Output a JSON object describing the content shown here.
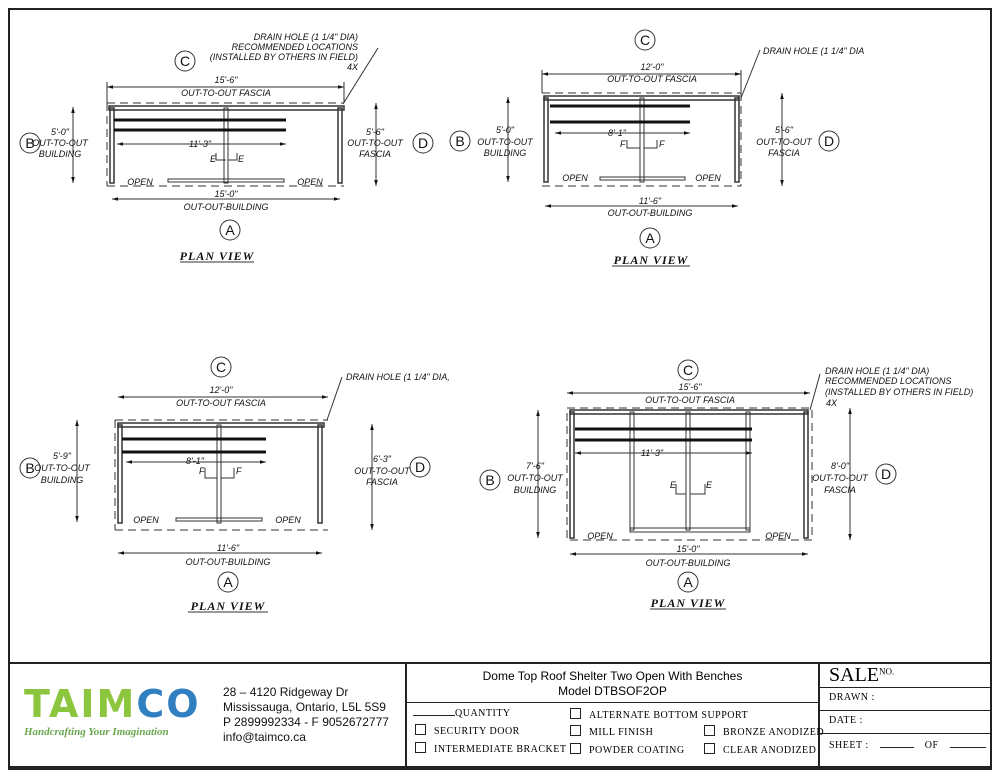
{
  "views": [
    {
      "circle_c": "C",
      "circle_a": "A",
      "circle_b": "B",
      "circle_d": "D",
      "drain": [
        "DRAIN HOLE (1 1/4\" DIA)",
        "RECOMMENDED LOCATIONS",
        "(INSTALLED BY OTHERS IN FIELD)",
        "4X"
      ],
      "top_dim": "15'-6\"",
      "top_label": "OUT-TO-OUT FASCIA",
      "bench_dim": "11'-3\"",
      "section": "E",
      "left": [
        "5'-0\"",
        "OUT-TO-OUT",
        "BUILDING"
      ],
      "right": [
        "5'-6\"",
        "OUT-TO-OUT",
        "FASCIA"
      ],
      "open": "OPEN",
      "bottom_dim": "15'-0\"",
      "bottom_label": "OUT-OUT-BUILDING",
      "title": "PLAN VIEW"
    },
    {
      "circle_c": "C",
      "circle_a": "A",
      "circle_b": "B",
      "circle_d": "D",
      "drain": [
        "DRAIN HOLE (1 1/4\" DIA"
      ],
      "top_dim": "12'-0\"",
      "top_label": "OUT-TO-OUT FASCIA",
      "bench_dim": "8'-1\"",
      "section": "F",
      "left": [
        "5'-0\"",
        "OUT-TO-OUT",
        "BUILDING"
      ],
      "right": [
        "5'-6\"",
        "OUT-TO-OUT",
        "FASCIA"
      ],
      "open": "OPEN",
      "bottom_dim": "11'-6\"",
      "bottom_label": "OUT-OUT-BUILDING",
      "title": "PLAN VIEW"
    },
    {
      "circle_c": "C",
      "circle_a": "A",
      "circle_b": "B",
      "circle_d": "D",
      "drain": [
        "DRAIN HOLE (1 1/4\" DIA,"
      ],
      "top_dim": "12'-0\"",
      "top_label": "OUT-TO-OUT FASCIA",
      "bench_dim": "8'-1\"",
      "section": "F",
      "left": [
        "5'-9\"",
        "OUT-TO-OUT",
        "BUILDING"
      ],
      "right": [
        "6'-3\"",
        "OUT-TO-OUT",
        "FASCIA"
      ],
      "open": "OPEN",
      "bottom_dim": "11'-6\"",
      "bottom_label": "OUT-OUT-BUILDING",
      "title": "PLAN VIEW"
    },
    {
      "circle_c": "C",
      "circle_a": "A",
      "circle_b": "B",
      "circle_d": "D",
      "drain": [
        "DRAIN HOLE (1 1/4\" DIA)",
        "RECOMMENDED LOCATIONS",
        "(INSTALLED BY OTHERS IN FIELD)",
        "4X"
      ],
      "top_dim": "15'-6\"",
      "top_label": "OUT-TO-OUT FASCIA",
      "bench_dim": "11'-3\"",
      "section": "E",
      "left": [
        "7'-6\"",
        "OUT-TO-OUT",
        "BUILDING"
      ],
      "right": [
        "8'-0\"",
        "OUT-TO-OUT",
        "FASCIA"
      ],
      "open": "OPEN",
      "bottom_dim": "15'-0\"",
      "bottom_label": "OUT-OUT-BUILDING",
      "title": "PLAN VIEW"
    }
  ],
  "title_block": {
    "logo_text": "TAIMCO",
    "tagline": "Handcrafting Your Imagination",
    "colors": {
      "green": "#8cc63f",
      "blue": "#2f7fc1"
    },
    "address": [
      "28 – 4120 Ridgeway Dr",
      "Mississauga, Ontario, L5L 5S9",
      "P 2899992334 - F 9052672777",
      "info@taimco.ca"
    ],
    "title": "Dome Top Roof Shelter Two Open With Benches",
    "model": "Model DTBSOF2OP",
    "quantity": "QUANTITY",
    "options": [
      "SECURITY DOOR",
      "INTERMEDIATE BRACKET",
      "ALTERNATE BOTTOM SUPPORT",
      "MILL FINISH",
      "POWDER COATING",
      "BRONZE ANODIZED",
      "CLEAR ANODIZED"
    ],
    "sale": "SALE",
    "no": "NO.",
    "drawn": "DRAWN :",
    "date": "DATE :",
    "sheet": "SHEET :",
    "of": "OF"
  }
}
